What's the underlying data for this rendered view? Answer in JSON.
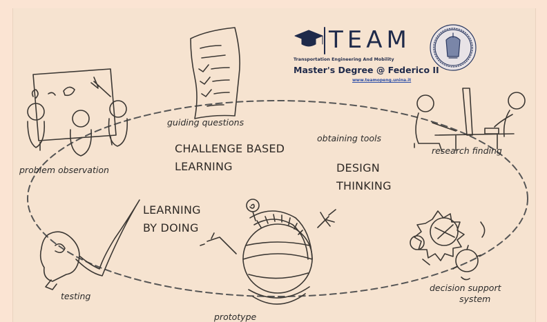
{
  "logo": {
    "word": "TEAM",
    "subtitle": "Transportation Engineering And Mobility",
    "degree": "Master's Degree @ Federico II",
    "url": "www.teamopeng.unina.it"
  },
  "phases": {
    "guiding_questions": "guiding questions",
    "obtaining_tools": "obtaining tools",
    "problem_observation": "problem observation",
    "research_finding": "research finding",
    "testing": "testing",
    "prototype": "prototype",
    "decision_support": [
      "decision support",
      "system"
    ]
  },
  "methods": {
    "challenge_based": [
      "CHALLENGE BASED",
      "LEARNING"
    ],
    "design_thinking": [
      "DESIGN",
      "THINKING"
    ],
    "learning_by_doing": [
      "LEARNING",
      "BY DOING"
    ]
  },
  "colors": {
    "background": "#f6e3d0",
    "ink": "#2a2a2a",
    "brand_navy": "#1f2a4a",
    "link_blue": "#2d4fa8"
  }
}
